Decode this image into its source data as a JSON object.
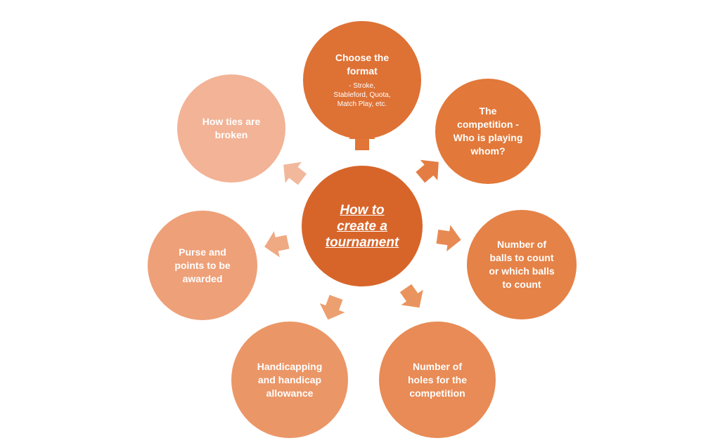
{
  "center": {
    "label": "How to\ncreate a\ntournament",
    "color": "#d7652a"
  },
  "nodes": [
    {
      "id": "format",
      "label": "Choose the\nformat",
      "sublabel": "- Stroke,\nStableford, Quota,\nMatch Play, etc.",
      "color": "#de7134",
      "arrow_color": "#e07537"
    },
    {
      "id": "competition",
      "label": "The\ncompetition -\nWho is playing\nwhom?",
      "sublabel": "",
      "color": "#e27839",
      "arrow_color": "#e47d43"
    },
    {
      "id": "balls",
      "label": "Number of\nballs to count\nor which balls\nto count",
      "sublabel": "",
      "color": "#e58247",
      "arrow_color": "#e78a52"
    },
    {
      "id": "holes",
      "label": "Number of\nholes for the\ncompetition",
      "sublabel": "",
      "color": "#e88b56",
      "arrow_color": "#e9945f"
    },
    {
      "id": "handicap",
      "label": "Handicapping\nand handicap\nallowance",
      "sublabel": "",
      "color": "#eb9667",
      "arrow_color": "#ec9f6f"
    },
    {
      "id": "purse",
      "label": "Purse and\npoints to be\nawarded",
      "sublabel": "",
      "color": "#eea079",
      "arrow_color": "#efa983"
    },
    {
      "id": "ties",
      "label": "How ties are\nbroken",
      "sublabel": "",
      "color": "#f2b396",
      "arrow_color": "#f2b89c"
    }
  ]
}
